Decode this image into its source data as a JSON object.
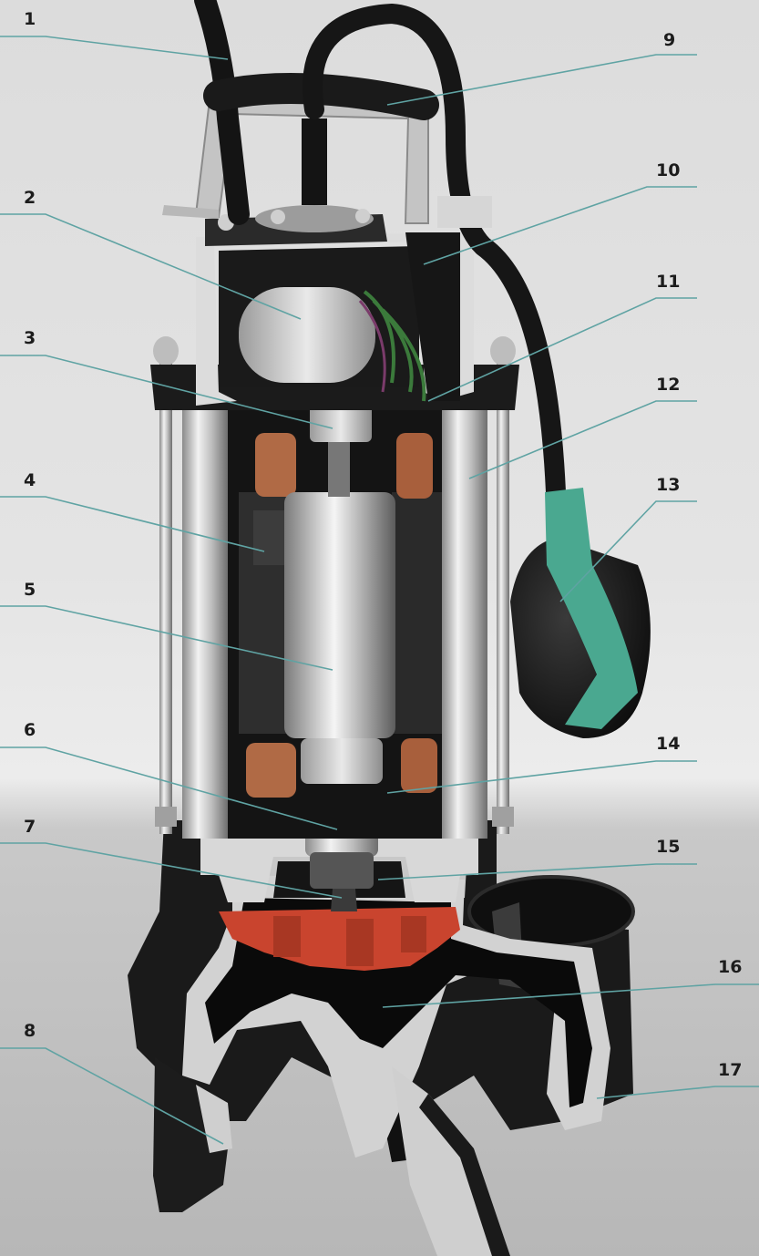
{
  "callouts": [
    {
      "id": "c1",
      "label": "1"
    },
    {
      "id": "c2",
      "label": "2"
    },
    {
      "id": "c3",
      "label": "3"
    },
    {
      "id": "c4",
      "label": "4"
    },
    {
      "id": "c5",
      "label": "5"
    },
    {
      "id": "c6",
      "label": "6"
    },
    {
      "id": "c7",
      "label": "7"
    },
    {
      "id": "c8",
      "label": "8"
    },
    {
      "id": "c9",
      "label": "9"
    },
    {
      "id": "c10",
      "label": "10"
    },
    {
      "id": "c11",
      "label": "11"
    },
    {
      "id": "c12",
      "label": "12"
    },
    {
      "id": "c13",
      "label": "13"
    },
    {
      "id": "c14",
      "label": "14"
    },
    {
      "id": "c15",
      "label": "15"
    },
    {
      "id": "c16",
      "label": "16"
    },
    {
      "id": "c17",
      "label": "17"
    }
  ],
  "colors": {
    "leader_line": "#5fa3a3",
    "pump_body": "#1b1b1b",
    "steel": "#c8c8c8",
    "impeller": "#c9442e",
    "float_switch": "#4aa890",
    "copper_winding": "#b06a45"
  }
}
